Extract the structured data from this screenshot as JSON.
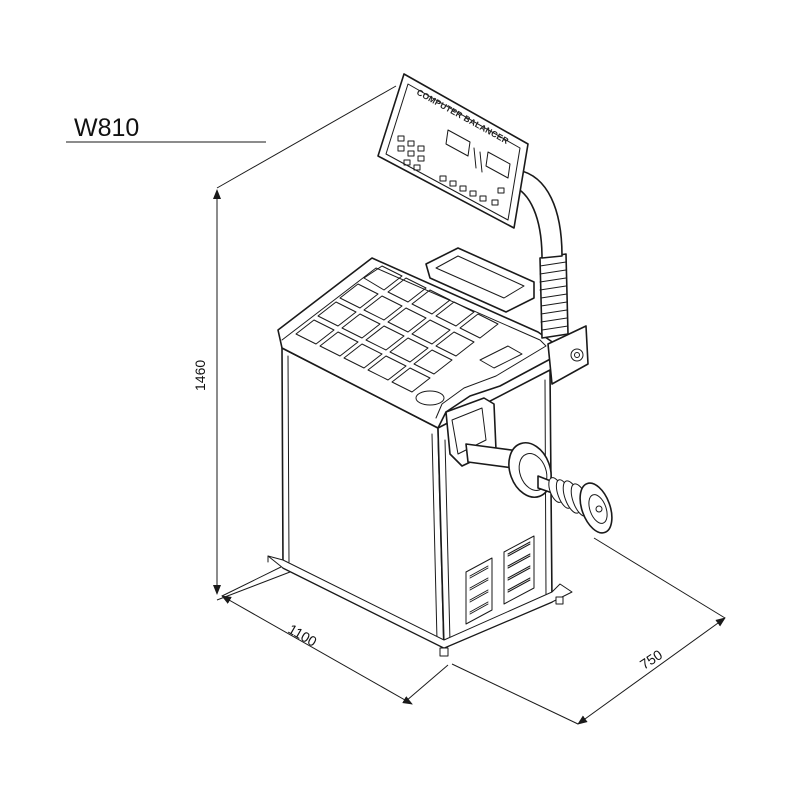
{
  "model": {
    "name": "W810"
  },
  "panel": {
    "label": "COMPUTER BALANCER"
  },
  "dimensions": {
    "height": "1460",
    "width": "1100",
    "depth": "750"
  }
}
